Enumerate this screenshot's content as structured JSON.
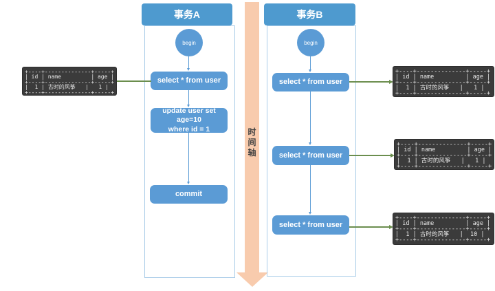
{
  "timeline": {
    "label": "时间轴",
    "label_vertical": "时\n间\n轴"
  },
  "lanes": {
    "a": {
      "title": "事务A",
      "begin": "begin",
      "step1": "select * from user",
      "step2_line1": "update user set age=10",
      "step2_line2": "where id = 1",
      "step3": "commit"
    },
    "b": {
      "title": "事务B",
      "begin": "begin",
      "step1": "select * from user",
      "step2": "select * from user",
      "step3": "select * from user"
    }
  },
  "tables": {
    "columns": [
      "id",
      "name",
      "age"
    ],
    "left_ascii": "+----+--------------+-----+\n| id | name         | age |\n+----+--------------+-----+\n|  1 | 古时的风筝   |   1 |\n+----+--------------+-----+",
    "right1_ascii": "+----+--------------+-----+\n| id | name         | age |\n+----+--------------+-----+\n|  1 | 古时的风筝   |   1 |\n+----+--------------+-----+",
    "right2_ascii": "+----+--------------+-----+\n| id | name         | age |\n+----+--------------+-----+\n|  1 | 古时的风筝   |   1 |\n+----+--------------+-----+",
    "right3_ascii": "+----+--------------+-----+\n| id | name         | age |\n+----+--------------+-----+\n|  1 | 古时的风筝   |  10 |\n+----+--------------+-----+",
    "rows": {
      "left": {
        "id": "1",
        "name": "古时的风筝",
        "age": "1"
      },
      "right1": {
        "id": "1",
        "name": "古时的风筝",
        "age": "1"
      },
      "right2": {
        "id": "1",
        "name": "古时的风筝",
        "age": "1"
      },
      "right3": {
        "id": "1",
        "name": "古时的风筝",
        "age": "10"
      }
    }
  },
  "colors": {
    "node_blue": "#5B9BD5",
    "header_blue": "#4E9ACF",
    "lane_border": "#A9CCE8",
    "timeline_band": "#F8CBAD",
    "timeline_text": "#404040",
    "result_arrow_green": "#6B8E4E",
    "table_bg": "#3B3B3B",
    "table_text": "#E8E8E8"
  }
}
